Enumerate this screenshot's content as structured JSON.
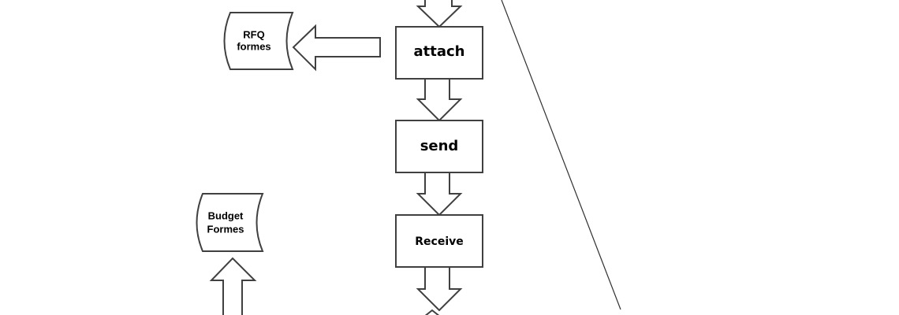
{
  "diagram": {
    "stroke_color": "#404040",
    "fill_color": "#ffffff",
    "text_color": "#000000",
    "process_boxes": [
      {
        "id": "attach",
        "label": "attach"
      },
      {
        "id": "send",
        "label": "send"
      },
      {
        "id": "receive",
        "label": "Receive"
      }
    ],
    "documents": [
      {
        "id": "rfq",
        "lines": [
          "RFQ",
          "formes"
        ]
      },
      {
        "id": "budget",
        "lines": [
          "Budget",
          "Formes"
        ]
      }
    ]
  }
}
